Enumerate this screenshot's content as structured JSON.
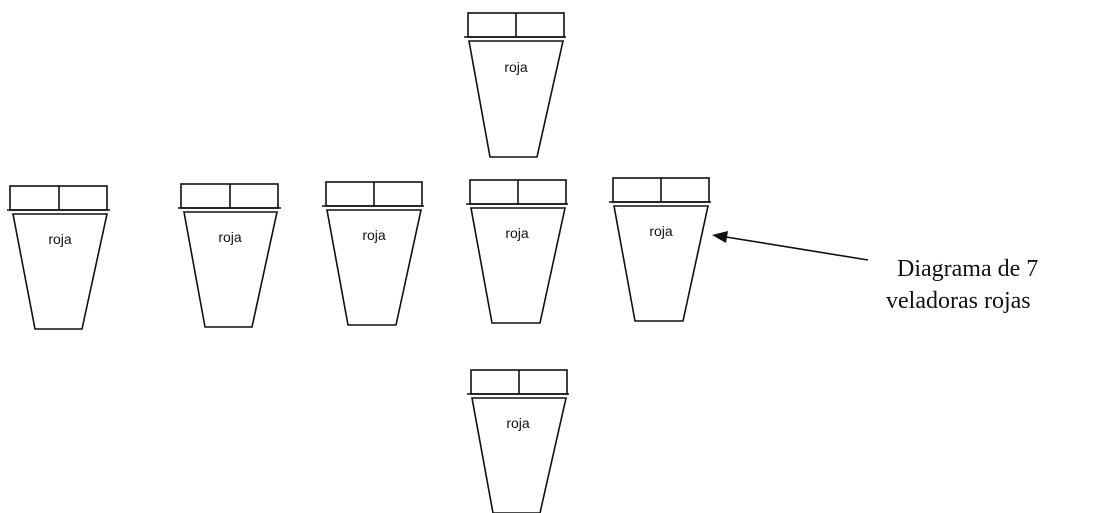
{
  "diagram": {
    "caption_lines": [
      "Diagrama de 7",
      "veladoras rojas"
    ],
    "candles": [
      {
        "label": "roja",
        "color": "red"
      },
      {
        "label": "roja",
        "color": "red"
      },
      {
        "label": "roja",
        "color": "red"
      },
      {
        "label": "roja",
        "color": "red"
      },
      {
        "label": "roja",
        "color": "red"
      },
      {
        "label": "roja",
        "color": "red"
      },
      {
        "label": "roja",
        "color": "red"
      }
    ],
    "colors": {
      "stroke": "#111111",
      "background": "#ffffff"
    }
  }
}
